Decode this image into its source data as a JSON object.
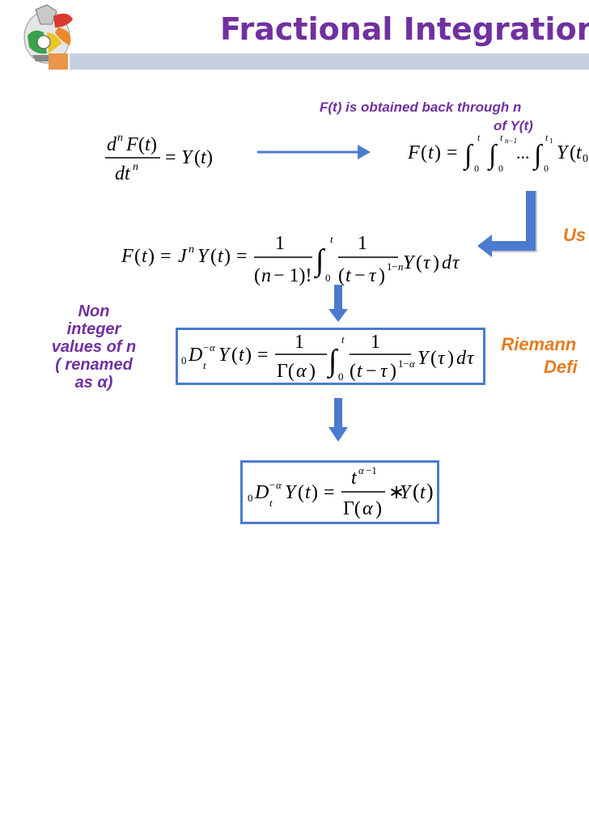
{
  "title": "Fractional Integration",
  "subtitle_line1": "F(t) is obtained back through n",
  "subtitle_line2": "of Y(t)",
  "side_label": {
    "line1": "Non",
    "line2": "integer",
    "line3": "values of n",
    "line4": "( renamed",
    "line5": "as  α)"
  },
  "using_label": "Us",
  "riemann_label": {
    "line1": "Riemann",
    "line2": "Defi"
  },
  "colors": {
    "title": "#7030a0",
    "accent_orange": "#e57c1f",
    "box_border": "#4a7bd0",
    "arrow_blue": "#4a7bd0"
  }
}
